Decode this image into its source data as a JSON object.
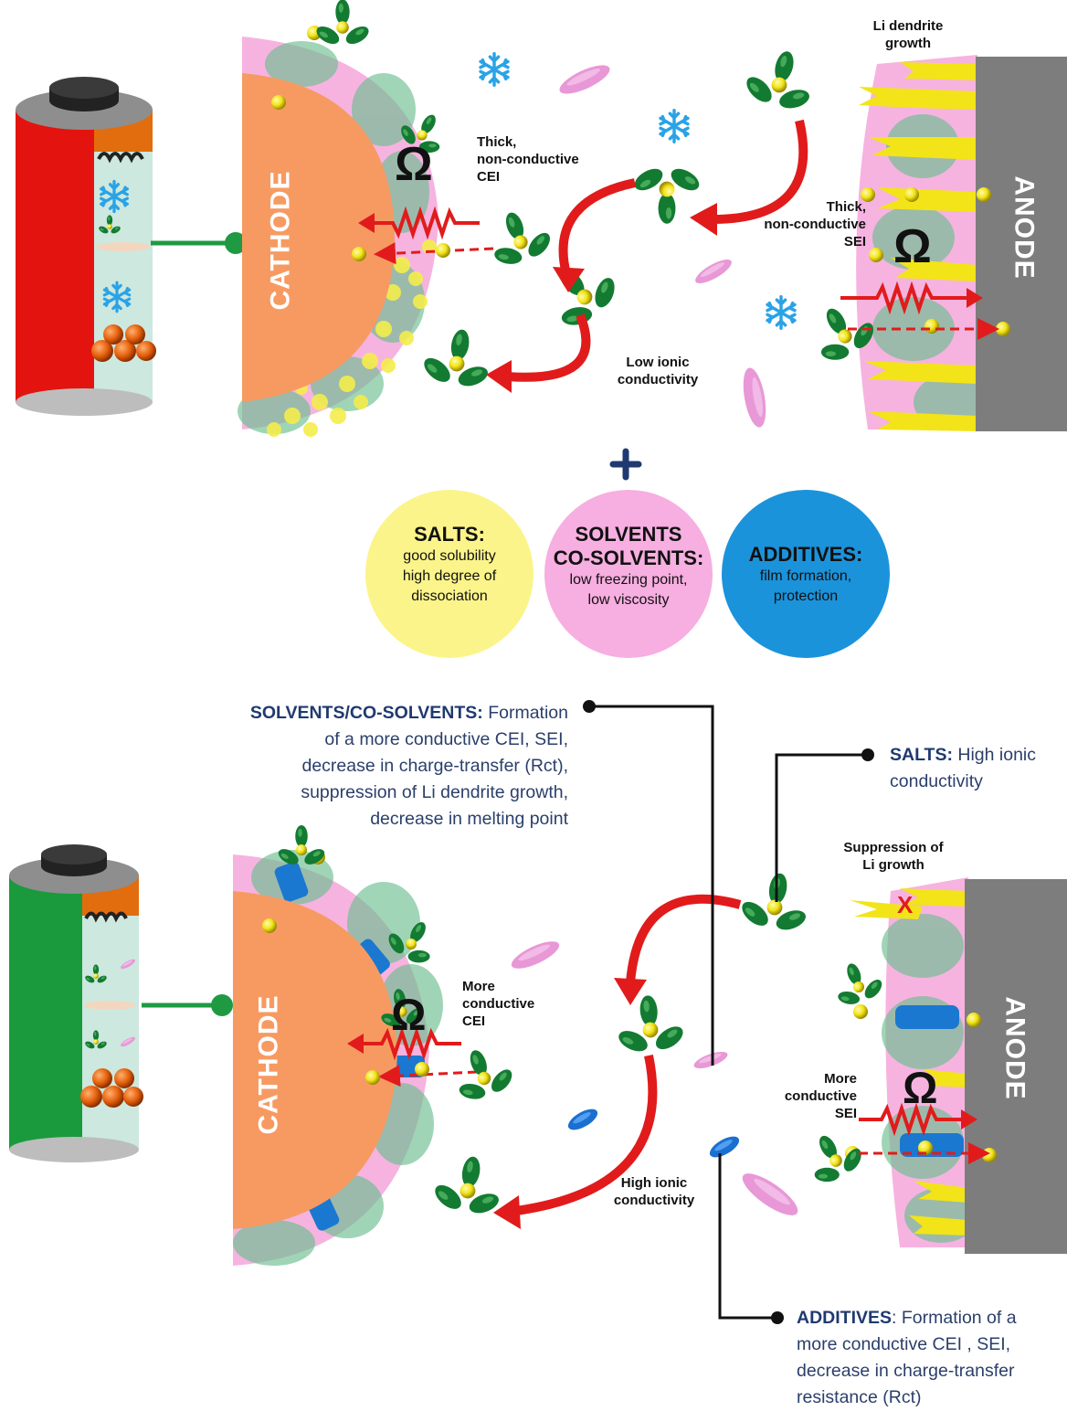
{
  "top_scene": {
    "cathode_label": "CATHODE",
    "anode_label": "ANODE",
    "li_dendrite_label": "Li dendrite\ngrowth",
    "cei_label": "Thick,\nnon-conductive\nCEI",
    "sei_label": "Thick,\nnon-conductive\nSEI",
    "ionic_label": "Low ionic\nconductivity",
    "omega": "Ω"
  },
  "plus_sign": "+",
  "components": [
    {
      "title": "SALTS:",
      "desc": "good solubility\nhigh degree of\ndissociation",
      "color": "#fbf48a"
    },
    {
      "title": "SOLVENTS\nCO-SOLVENTS:",
      "desc": "low freezing point,\nlow viscosity",
      "color": "#f7aee0"
    },
    {
      "title": "ADDITIVES:",
      "desc": "film formation,\nprotection",
      "color": "#1b93db"
    }
  ],
  "bottom_scene": {
    "cathode_label": "CATHODE",
    "anode_label": "ANODE",
    "cei_label": "More\nconductive\nCEI",
    "sei_label": "More\nconductive\nSEI",
    "li_growth_label": "Suppression of\nLi growth",
    "ionic_label": "High ionic\nconductivity",
    "omega": "Ω",
    "cross": "X"
  },
  "annotations": {
    "solvents": {
      "head": "SOLVENTS/CO-SOLVENTS:",
      "body_first": " Formation",
      "rest": "of a more  conductive CEI, SEI,\ndecrease in  charge-transfer (Rct),\nsuppression of Li dendrite growth,\ndecrease in melting point"
    },
    "salts": {
      "head": "SALTS:",
      "body": " High ionic\nconductivity"
    },
    "additives": {
      "head": "ADDITIVES",
      "body": ": Formation of a\nmore conductive CEI , SEI,\ndecrease in charge-transfer\nresistance (Rct)"
    }
  },
  "colors": {
    "cathode": "#f79a62",
    "anode": "#7d7d7d",
    "battery_cold": "#e3140f",
    "battery_good": "#1a9a3c",
    "solvent_green": "#137a32",
    "li_yellow": "#f2e418",
    "arrow_red": "#e11b1b",
    "snow_blue": "#2aa3e6",
    "annotation_blue": "#1f3a70"
  }
}
